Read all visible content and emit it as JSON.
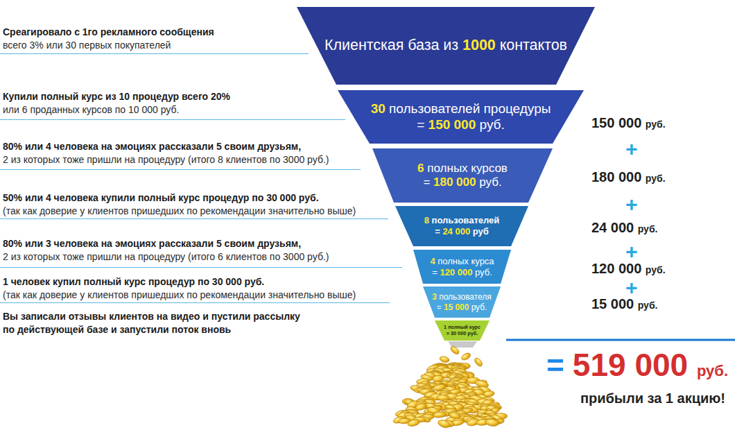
{
  "diagram": {
    "nodes": [
      {
        "text": [
          "Клиентская база из 1000 контактов"
        ]
      },
      {
        "text": [
          "30 пользователей процедуры = 150 000 руб."
        ]
      },
      {
        "text": [
          "6 полных курсов = 180 000 руб."
        ]
      },
      {
        "text": [
          "8 пользователей = 24 000 руб"
        ]
      },
      {
        "text": [
          "4 полных курса = 120 000 руб."
        ]
      },
      {
        "text": [
          "3 пользователя = 15 000 руб."
        ]
      },
      {
        "text": [
          "1 полный курс = 30 000 руб."
        ]
      }
    ],
    "labels": [
      "Среагировало с 1го рекламного сообщения",
      "всего 3% или 30 первых покупателей",
      "Купили полный курс из 10 процедур всего 20%",
      "или 6 проданных курсов по 10 000 руб.",
      "80% или 4 человека на эмоциях рассказали 5 своим друзьям,",
      "2 из которых тоже пришли на процедуру (итого 8 клиентов по 3000 руб.)",
      "50% или 4 человека купили полный курс процедур по 30 000 руб.",
      "(так как доверие у клиентов пришедших по рекомендации значительно выше)",
      "80% или 3 человека на эмоциях рассказали 5 своим друзьям,",
      "2 из которых тоже пришли на процедуру (итого 6 клиентов по 3000 руб.)",
      "1 человек купил полный курс процедур по 30 000 руб.",
      "(так как доверие у клиентов пришедших по рекомендации значительно выше)",
      "Вы записали отзывы клиентов на видео и пустили рассылку по действующей базе и запустили поток вновь",
      "150 000 руб.",
      "+",
      "180 000 руб.",
      "+",
      "24 000 руб.",
      "+",
      "120 000 руб.",
      "+",
      "15 000 руб.",
      "= 519 000 руб.",
      "прибыли за 1 акцию!"
    ]
  }
}
